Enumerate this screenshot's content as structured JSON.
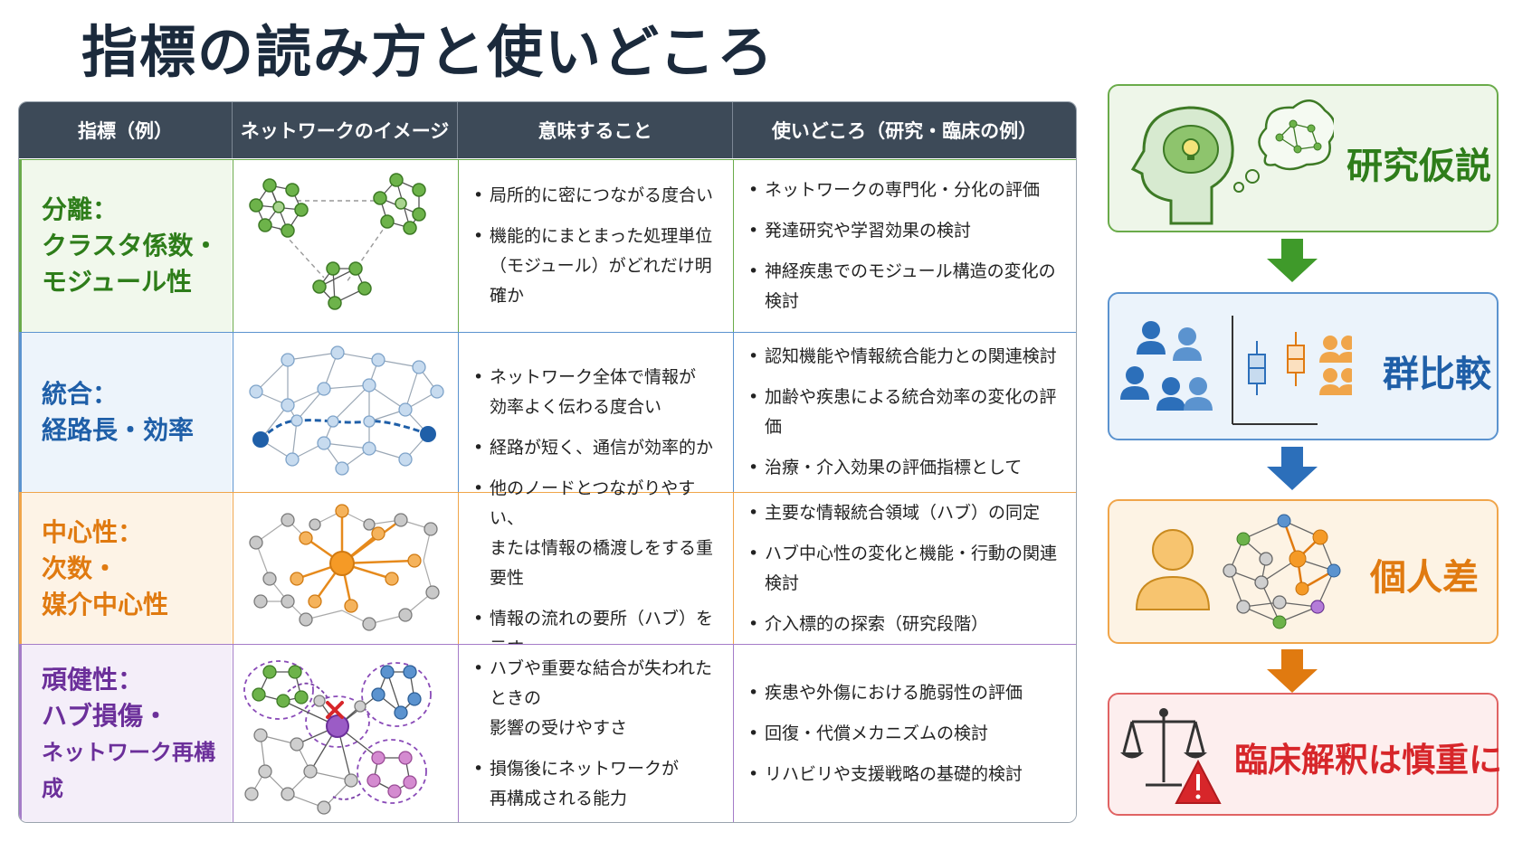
{
  "title": "指標の読み方と使いどころ",
  "table": {
    "headers": [
      "指標（例）",
      "ネットワークのイメージ",
      "意味すること",
      "使いどころ（研究・臨床の例）"
    ],
    "rows": [
      {
        "metric_lines": [
          "分離：",
          "クラスタ係数・",
          "モジュール性"
        ],
        "meaning": [
          "局所的に密につながる度合い",
          "機能的にまとまった処理単位\n（モジュール）がどれだけ明確か"
        ],
        "usage": [
          "ネットワークの専門化・分化の評価",
          "発達研究や学習効果の検討",
          "神経疾患でのモジュール構造の変化の検討"
        ],
        "color": "#2e7d1a",
        "bg": "#f1f8ec",
        "border": "#6aab4a"
      },
      {
        "metric_lines": [
          "統合：",
          "経路長・効率"
        ],
        "meaning": [
          "ネットワーク全体で情報が\n効率よく伝わる度合い",
          "経路が短く、通信が効率的か"
        ],
        "usage": [
          "認知機能や情報統合能力との関連検討",
          "加齢や疾患による統合効率の変化の評価",
          "治療・介入効果の評価指標として"
        ],
        "color": "#1f5fa8",
        "bg": "#edf4fb",
        "border": "#5b93cf"
      },
      {
        "metric_lines": [
          "中心性：",
          "次数・",
          "媒介中心性"
        ],
        "meaning": [
          "他のノードとつながりやすい、\nまたは情報の橋渡しをする重要性",
          "情報の流れの要所（ハブ）を示す"
        ],
        "usage": [
          "主要な情報統合領域（ハブ）の同定",
          "ハブ中心性の変化と機能・行動の関連検討",
          "介入標的の探索（研究段階）"
        ],
        "color": "#e07a10",
        "bg": "#fdf3e6",
        "border": "#f0a54a"
      },
      {
        "metric_lines": [
          "頑健性：",
          "ハブ損傷・",
          "ネットワーク再構成"
        ],
        "meaning": [
          "ハブや重要な結合が失われたときの\n影響の受けやすさ",
          "損傷後にネットワークが\n再構成される能力"
        ],
        "usage": [
          "疾患や外傷における脆弱性の評価",
          "回復・代償メカニズムの検討",
          "リハビリや支援戦略の基礎的検討"
        ],
        "color": "#6b2f9a",
        "bg": "#f4eef9",
        "border": "#a57cc8"
      }
    ]
  },
  "flow": [
    {
      "label": "研究仮説",
      "color": "#2e7d1a",
      "bg": "#eef6e9",
      "border": "#6aab4a",
      "icon": "brain-thought-icon"
    },
    {
      "label": "群比較",
      "color": "#1f5fa8",
      "bg": "#ebf3fb",
      "border": "#5b93cf",
      "icon": "group-boxplot-icon"
    },
    {
      "label": "個人差",
      "color": "#e07a10",
      "bg": "#fdf3e4",
      "border": "#f0a54a",
      "icon": "person-network-icon"
    },
    {
      "label": "臨床解釈は慎重に",
      "color": "#d7262a",
      "bg": "#fdeeee",
      "border": "#e06363",
      "icon": "scale-warning-icon"
    }
  ],
  "arrow_colors": [
    "#3f9a2a",
    "#2c6fba",
    "#e07a10"
  ]
}
